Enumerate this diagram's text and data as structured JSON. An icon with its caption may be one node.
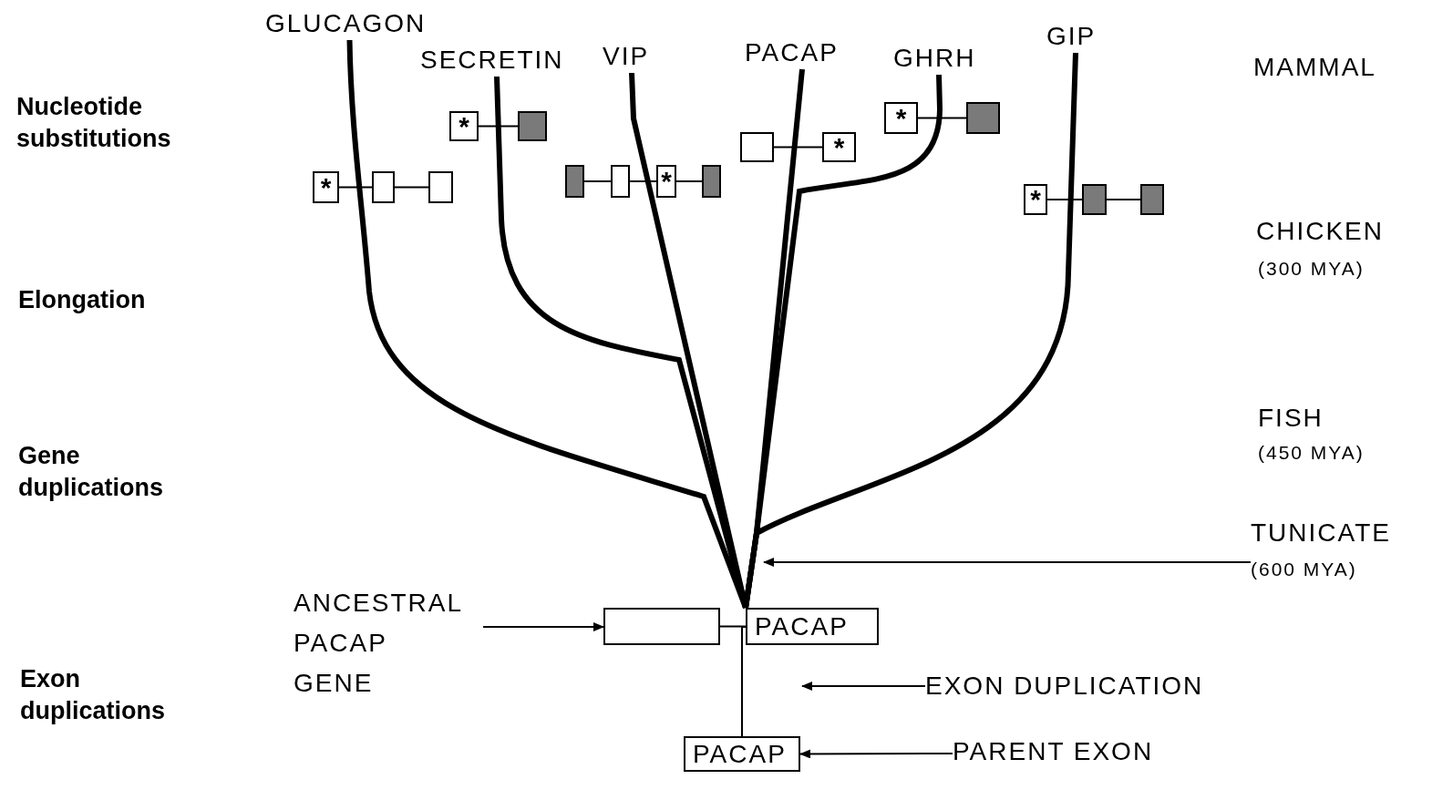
{
  "diagram": {
    "nodes": [
      {
        "text": [
          "GLUCAGON"
        ]
      },
      {
        "text": [
          "SECRETIN"
        ]
      },
      {
        "text": [
          "VIP"
        ]
      },
      {
        "text": [
          "PACAP"
        ]
      },
      {
        "text": [
          "GHRH"
        ]
      },
      {
        "text": [
          "GIP"
        ]
      },
      {
        "text": [
          "*"
        ]
      },
      {
        "text": [],
        "shape": "box"
      },
      {
        "text": [
          "*"
        ]
      },
      {
        "text": [],
        "shape": "box"
      },
      {
        "text": [],
        "shape": "box"
      },
      {
        "text": [
          "*"
        ]
      },
      {
        "text": [
          "*"
        ]
      },
      {
        "text": [],
        "shape": "box"
      },
      {
        "text": [],
        "shape": "box"
      },
      {
        "text": [],
        "shape": "box"
      },
      {
        "text": [],
        "shape": "box"
      },
      {
        "text": [
          "*"
        ]
      },
      {
        "text": [],
        "shape": "box"
      },
      {
        "text": [
          "*"
        ]
      },
      {
        "text": [],
        "shape": "box"
      },
      {
        "text": [],
        "shape": "box"
      },
      {
        "text": [
          "TUNICATE",
          "(600 MYA)"
        ]
      },
      {
        "text": [
          "ANCESTRAL PACAP GENE"
        ]
      },
      {
        "text": [],
        "shape": "box"
      },
      {
        "text": [
          "PACAP"
        ]
      },
      {
        "text": [
          "EXON DUPLICATION"
        ]
      },
      {
        "text": [
          "PACAP"
        ]
      },
      {
        "text": [
          "PARENT EXON"
        ]
      }
    ],
    "edges": [
      {
        "from": 6,
        "to": 7,
        "arrow": "none"
      },
      {
        "from": 8,
        "to": 9,
        "arrow": "none"
      },
      {
        "from": 10,
        "to": 11,
        "arrow": "none"
      },
      {
        "from": 12,
        "to": 13,
        "arrow": "none"
      },
      {
        "from": 13,
        "to": 14,
        "arrow": "none"
      },
      {
        "from": 15,
        "to": 16,
        "arrow": "none"
      },
      {
        "from": 16,
        "to": 17,
        "arrow": "none"
      },
      {
        "from": 17,
        "to": 18,
        "arrow": "none"
      },
      {
        "from": 19,
        "to": 20,
        "arrow": "none"
      },
      {
        "from": 20,
        "to": 21,
        "arrow": "none"
      },
      {
        "from": 24,
        "to": 25,
        "arrow": "none"
      },
      {
        "from": 25,
        "to": 0,
        "arrow": "none",
        "style": "thick"
      },
      {
        "from": 25,
        "to": 1,
        "arrow": "none",
        "style": "thick"
      },
      {
        "from": 25,
        "to": 2,
        "arrow": "none",
        "style": "thick"
      },
      {
        "from": 25,
        "to": 3,
        "arrow": "none",
        "style": "thick"
      },
      {
        "from": 25,
        "to": 4,
        "arrow": "none",
        "style": "thick"
      },
      {
        "from": 25,
        "to": 5,
        "arrow": "none",
        "style": "thick"
      },
      {
        "from": 22,
        "to": null,
        "arrow": "to"
      },
      {
        "from": 23,
        "to": 24,
        "arrow": "to"
      },
      {
        "from": 26,
        "to": null,
        "arrow": "to"
      },
      {
        "from": 28,
        "to": 27,
        "arrow": "to"
      },
      {
        "from": 27,
        "to": 25,
        "arrow": "none"
      }
    ],
    "labels": [
      "Nucleotide substitutions",
      "MAMMAL",
      "CHICKEN",
      "(300 MYA)",
      "Elongation",
      "FISH",
      "(450 MYA)",
      "Gene duplications",
      "Exon duplications"
    ]
  }
}
